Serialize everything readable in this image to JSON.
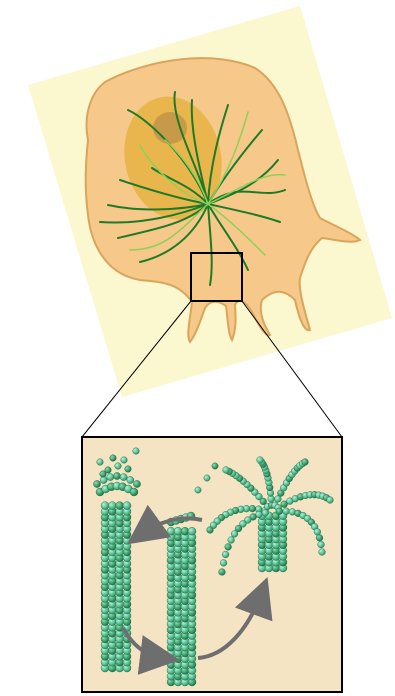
{
  "figure": {
    "colors": {
      "page_background": "#ffffff",
      "cell_panel_background": "#fbf7cf",
      "cell_cytoplasm": "#f6c98a",
      "cell_outline": "#d9a55c",
      "nucleus": "#e9b64d",
      "nucleolus": "#c79a4a",
      "microtubule_dark": "#1f7a27",
      "microtubule_light": "#8fcf5a",
      "inset_background": "#f5e4c4",
      "inset_border": "#000000",
      "tubulin_light": "#63c7a2",
      "tubulin_dark": "#2e8b57",
      "cycle_arrow": "#6e6e6e"
    },
    "icons": [
      "cell-illustration",
      "microtubule-network",
      "zoom-box",
      "microtubule-cycle"
    ]
  }
}
